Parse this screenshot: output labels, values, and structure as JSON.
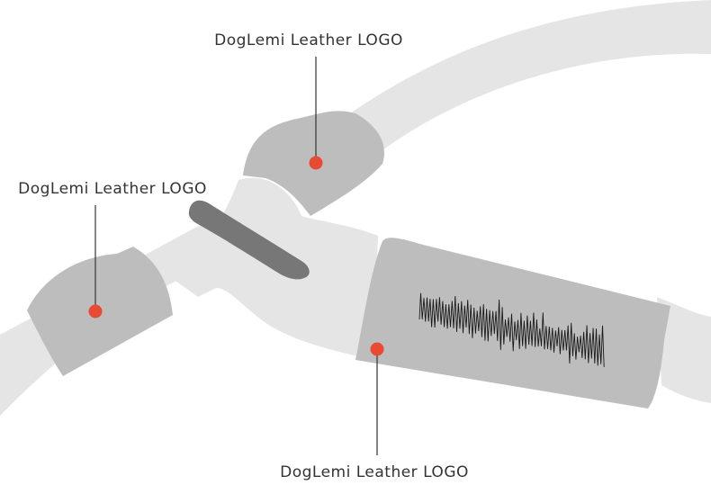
{
  "callouts": [
    {
      "id": "top",
      "label": "DogLemi Leather LOGO"
    },
    {
      "id": "left",
      "label": "DogLemi Leather LOGO"
    },
    {
      "id": "bottom",
      "label": "DogLemi Leather LOGO"
    }
  ],
  "colors": {
    "background": "#ffffff",
    "strap": "#e5e5e5",
    "leather_patch": "#bdbdbd",
    "dark_bar": "#777777",
    "marker": "#e84a33",
    "leader_line": "#333333",
    "label_text": "#333333",
    "scribble": "#1a1a1a"
  }
}
